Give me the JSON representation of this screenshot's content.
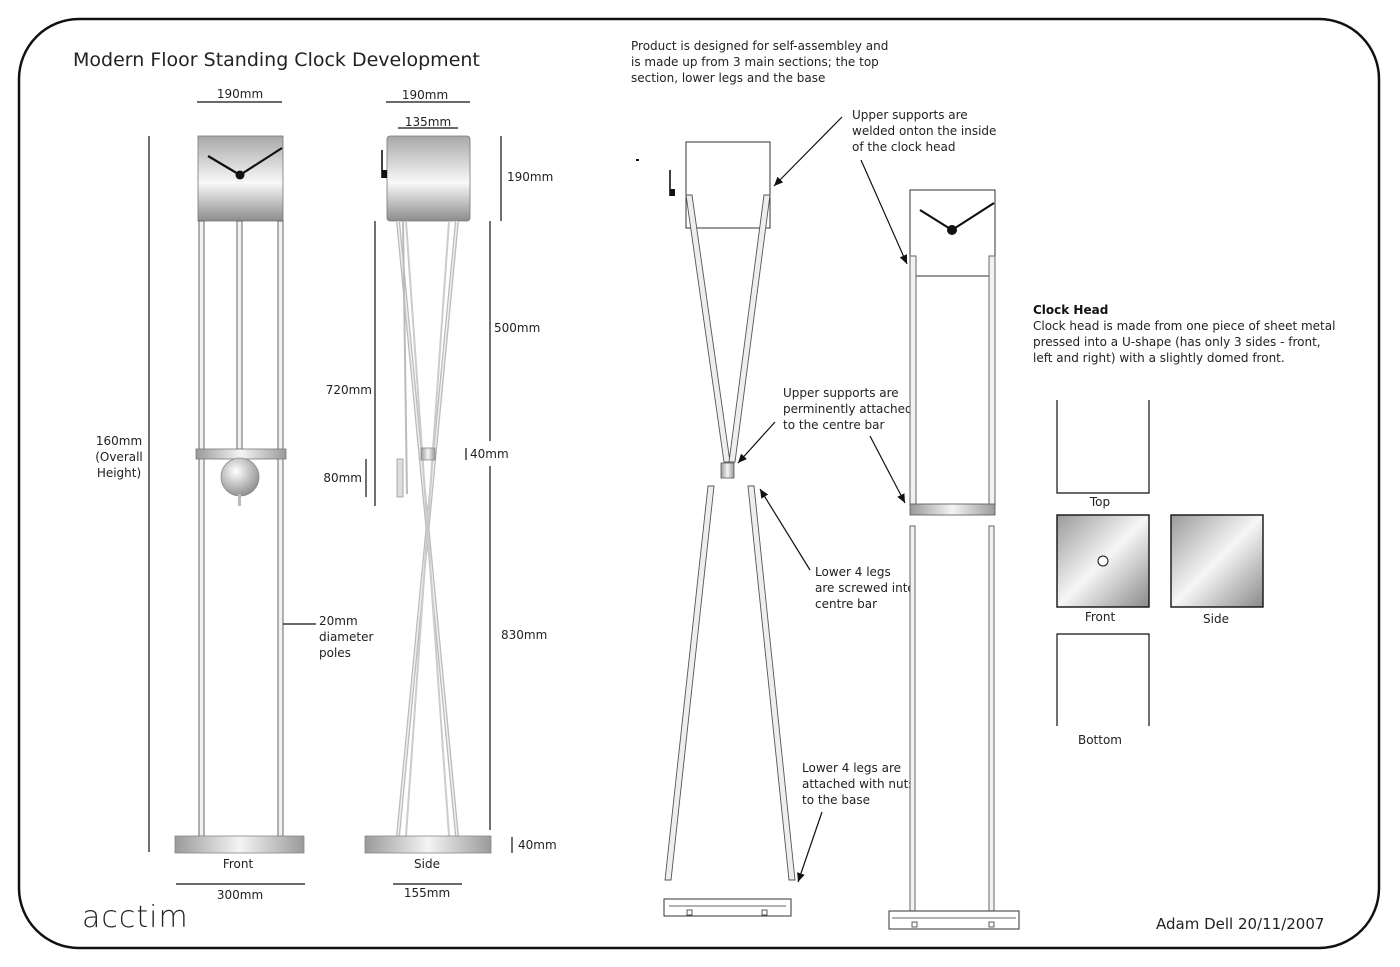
{
  "title": "Modern Floor Standing Clock Development",
  "intro": [
    "Product is designed for self-assembley and",
    "is made up from 3 main sections; the top",
    "section, lower legs and the base"
  ],
  "front_view": {
    "width_top": "190mm",
    "overall_height": [
      "160mm",
      "(Overall",
      "Height)"
    ],
    "poles": [
      "20mm",
      "diameter",
      "poles"
    ],
    "caption": "Front",
    "base_width": "300mm"
  },
  "side_view": {
    "width_top": "190mm",
    "inner_width": "135mm",
    "head_height": "190mm",
    "upper_len": "500mm",
    "pendulum_len": "720mm",
    "bar_h": "40mm",
    "weight_h": "80mm",
    "lower_len": "830mm",
    "base_h": "40mm",
    "caption": "Side",
    "base_width": "155mm"
  },
  "callouts": {
    "upper_welded": [
      "Upper supports are",
      "welded onton the inside",
      "of the clock head"
    ],
    "upper_attached": [
      "Upper supports are",
      "perminently attached",
      "to the centre bar"
    ],
    "lower_screwed": [
      "Lower 4 legs",
      "are screwed into",
      "centre bar"
    ],
    "lower_nuts": [
      "Lower 4 legs are",
      "attached with nuts",
      "to the base"
    ]
  },
  "clock_head": {
    "heading": "Clock Head",
    "desc": [
      "Clock head is made from one piece of sheet metal",
      "pressed into a U-shape (has only 3 sides - front,",
      "left and right) with a slightly domed front."
    ],
    "views": {
      "top": "Top",
      "front": "Front",
      "side": "Side",
      "bottom": "Bottom"
    }
  },
  "logo": "acctim",
  "signature": "Adam Dell 20/11/2007",
  "colors": {
    "metal_light": "#f4f4f4",
    "metal_dark": "#8a8a8a",
    "frame": "#111111"
  }
}
